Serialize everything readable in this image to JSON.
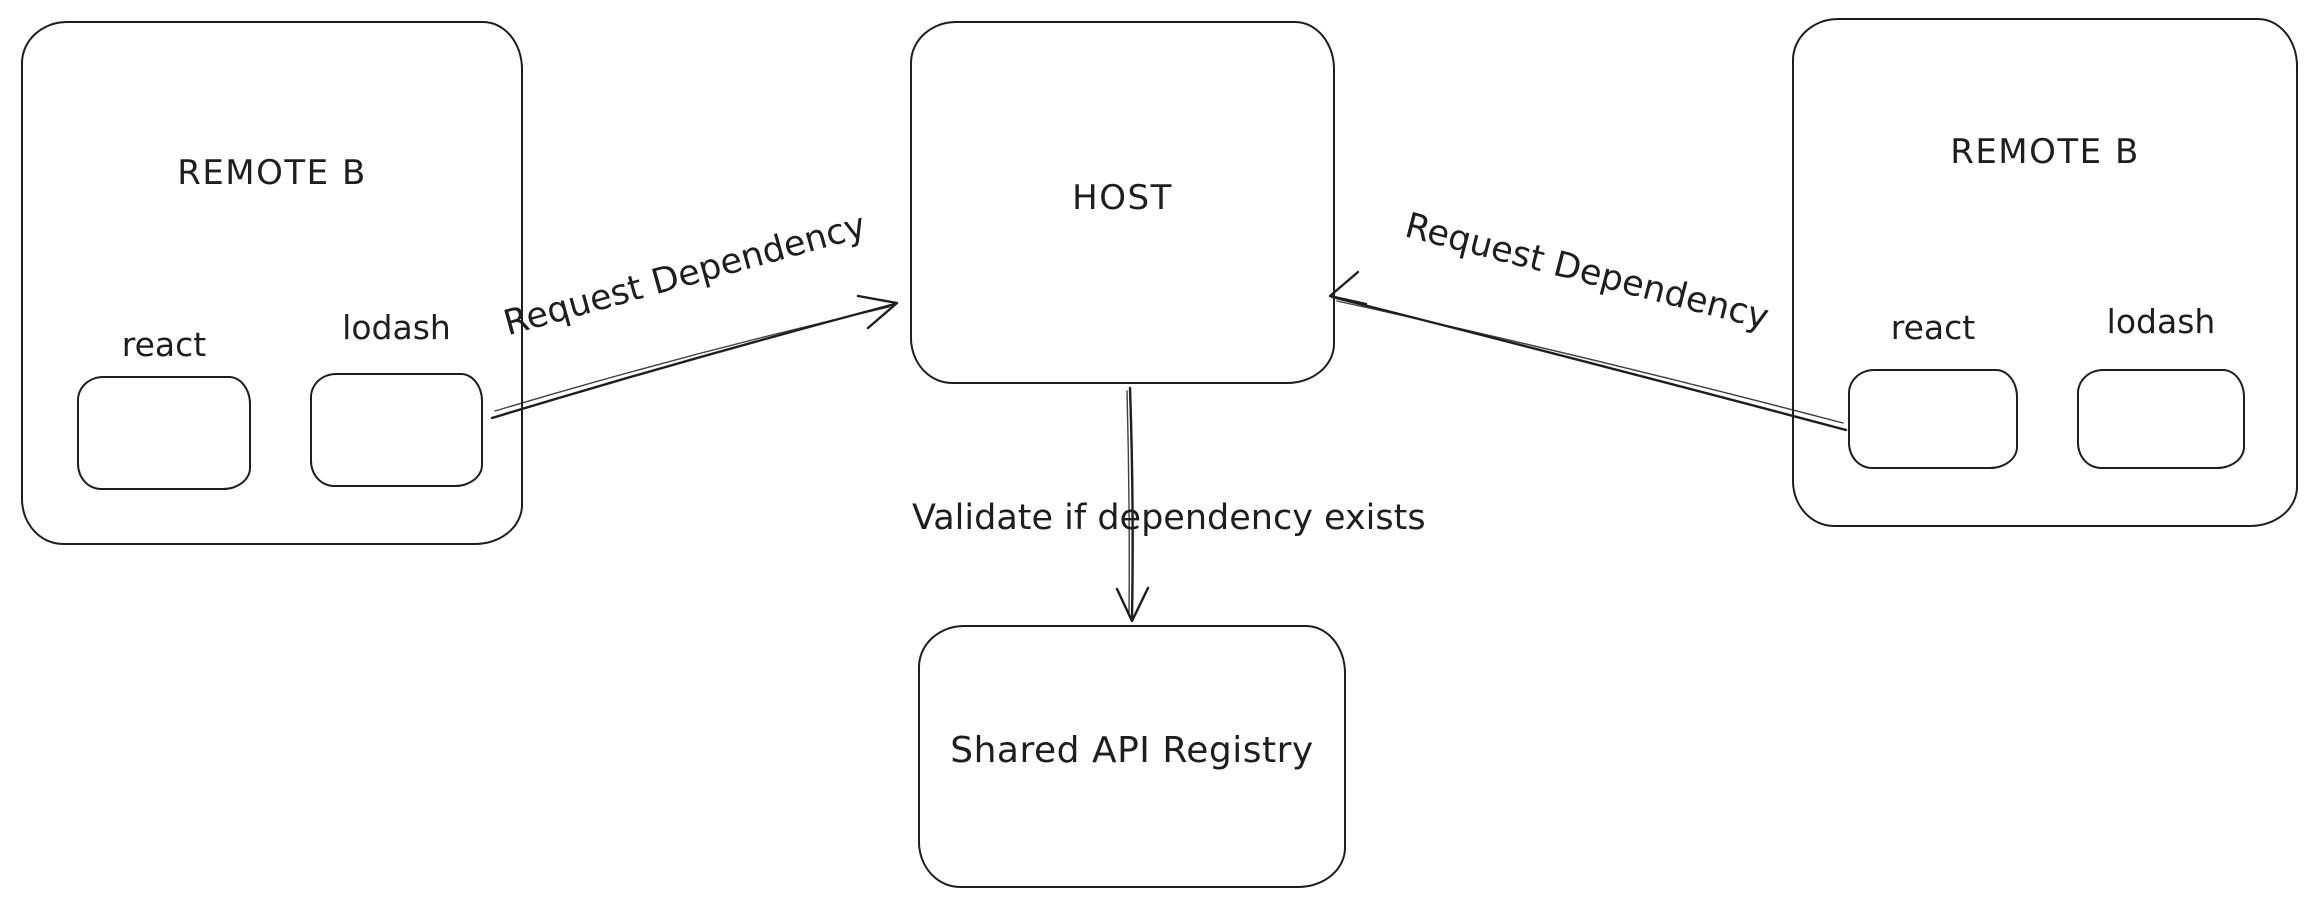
{
  "diagram": {
    "background": "#ffffff",
    "stroke_color": "#1e1e1e",
    "nodes": {
      "remote_left": {
        "title": "REMOTE B",
        "packages": [
          {
            "label": "react"
          },
          {
            "label": "lodash"
          }
        ]
      },
      "host": {
        "title": "HOST"
      },
      "remote_right": {
        "title": "REMOTE B",
        "packages": [
          {
            "label": "react"
          },
          {
            "label": "lodash"
          }
        ]
      },
      "registry": {
        "title": "Shared API Registry"
      }
    },
    "edges": {
      "left_request": {
        "label": "Request Dependency",
        "from": "REMOTE B (left)",
        "to": "HOST"
      },
      "right_request": {
        "label": "Request Dependency",
        "from": "REMOTE B (right)",
        "to": "HOST"
      },
      "validate": {
        "label": "Validate if dependency exists",
        "from": "HOST",
        "to": "Shared API Registry"
      }
    }
  }
}
